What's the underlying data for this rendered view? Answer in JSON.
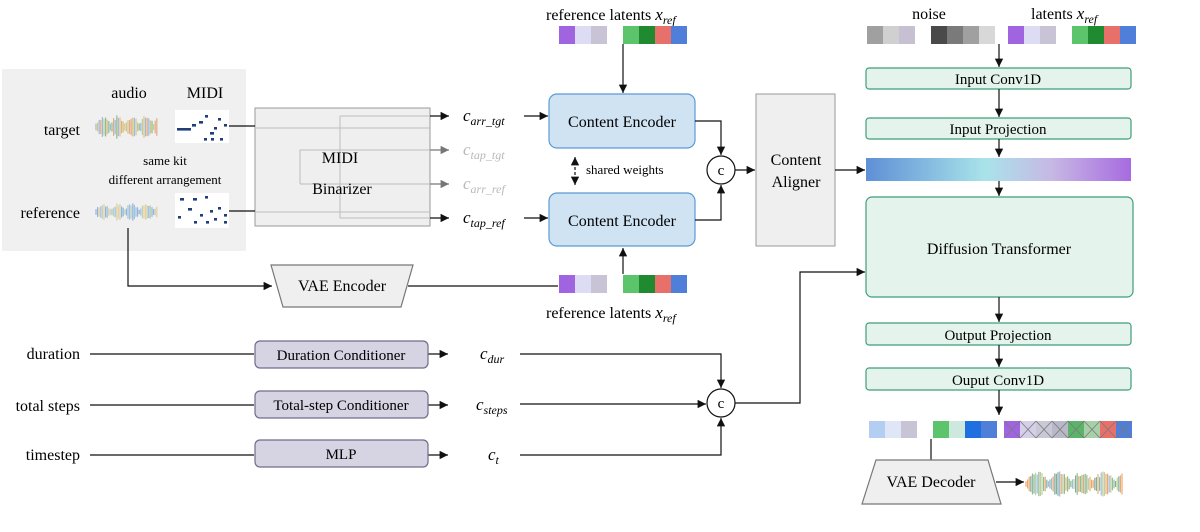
{
  "input_panel": {
    "col_audio": "audio",
    "col_midi": "MIDI",
    "row_target": "target",
    "row_reference": "reference",
    "note_line1": "same kit",
    "note_line2": "different arrangement"
  },
  "binarizer": {
    "line1": "MIDI",
    "line2": "Binarizer"
  },
  "conditions": {
    "c_arr_tgt": {
      "base": "c",
      "sub": "arr_tgt"
    },
    "c_tap_tgt": {
      "base": "c",
      "sub": "tap_tgt"
    },
    "c_arr_ref": {
      "base": "c",
      "sub": "arr_ref"
    },
    "c_tap_ref": {
      "base": "c",
      "sub": "tap_ref"
    },
    "c_dur": {
      "base": "c",
      "sub": "dur"
    },
    "c_steps": {
      "base": "c",
      "sub": "steps"
    },
    "c_t": {
      "base": "c",
      "sub": "t"
    }
  },
  "content_encoder_label": "Content Encoder",
  "shared_weights": "shared weights",
  "concat_symbol": "c",
  "content_aligner": {
    "line1": "Content",
    "line2": "Aligner"
  },
  "ref_latents": {
    "prefix": "reference latents ",
    "var": "x",
    "sub": "ref"
  },
  "vae_encoder": "VAE Encoder",
  "vae_decoder": "VAE Decoder",
  "cond_inputs": {
    "duration": "duration",
    "total_steps": "total steps",
    "timestep": "timestep"
  },
  "conditioners": {
    "duration": "Duration Conditioner",
    "total_step": "Total-step Conditioner",
    "mlp": "MLP"
  },
  "right_column": {
    "noise": "noise",
    "latents_prefix": "latents ",
    "latents_var": "x",
    "latents_sub": "ref",
    "input_conv": "Input Conv1D",
    "input_projection": "Input Projection",
    "dit": "Diffusion Transformer",
    "output_projection": "Output Projection",
    "output_conv": "Ouput Conv1D"
  },
  "colors": {
    "panel_bg": "#f0f0f0",
    "encoder_fill": "#cfe3f3",
    "encoder_stroke": "#5b9bd5",
    "green_fill": "#e4f3ec",
    "green_stroke": "#3f9e7a",
    "conditioner_fill": "#d6d4e3",
    "conditioner_stroke": "#6f6c8a",
    "grey_fill": "#efefef",
    "grey_stroke": "#9a9a9a",
    "faded_text": "#b8b8b8"
  },
  "latent_strip_colors": [
    "#a064e0",
    "#dcdcf5",
    "#c8c4d6",
    "#ffffff",
    "#5cc46a",
    "#1f8a30",
    "#e8706a",
    "#4f7fd8"
  ],
  "noise_strip_colors": [
    "#a0a0a0",
    "#d0d0d0",
    "#c6c0d2",
    "#ffffff",
    "#4a4a4a",
    "#7a7a7a",
    "#a0a0a0",
    "#d8d8d8"
  ],
  "output_strip_colors": [
    "#b4cdf2",
    "#dfe6f7",
    "#c8c4d6",
    "#ffffff",
    "#5cc46a",
    "#cde9dd",
    "#1f6fe0",
    "#4f7fd8"
  ],
  "crossed_strip_colors": [
    "#a064e0",
    "#d6cfe8",
    "#c8c8d6",
    "#b8b8c8",
    "#5cb46a",
    "#a8d0a8",
    "#e8706a",
    "#4f7fd8"
  ]
}
